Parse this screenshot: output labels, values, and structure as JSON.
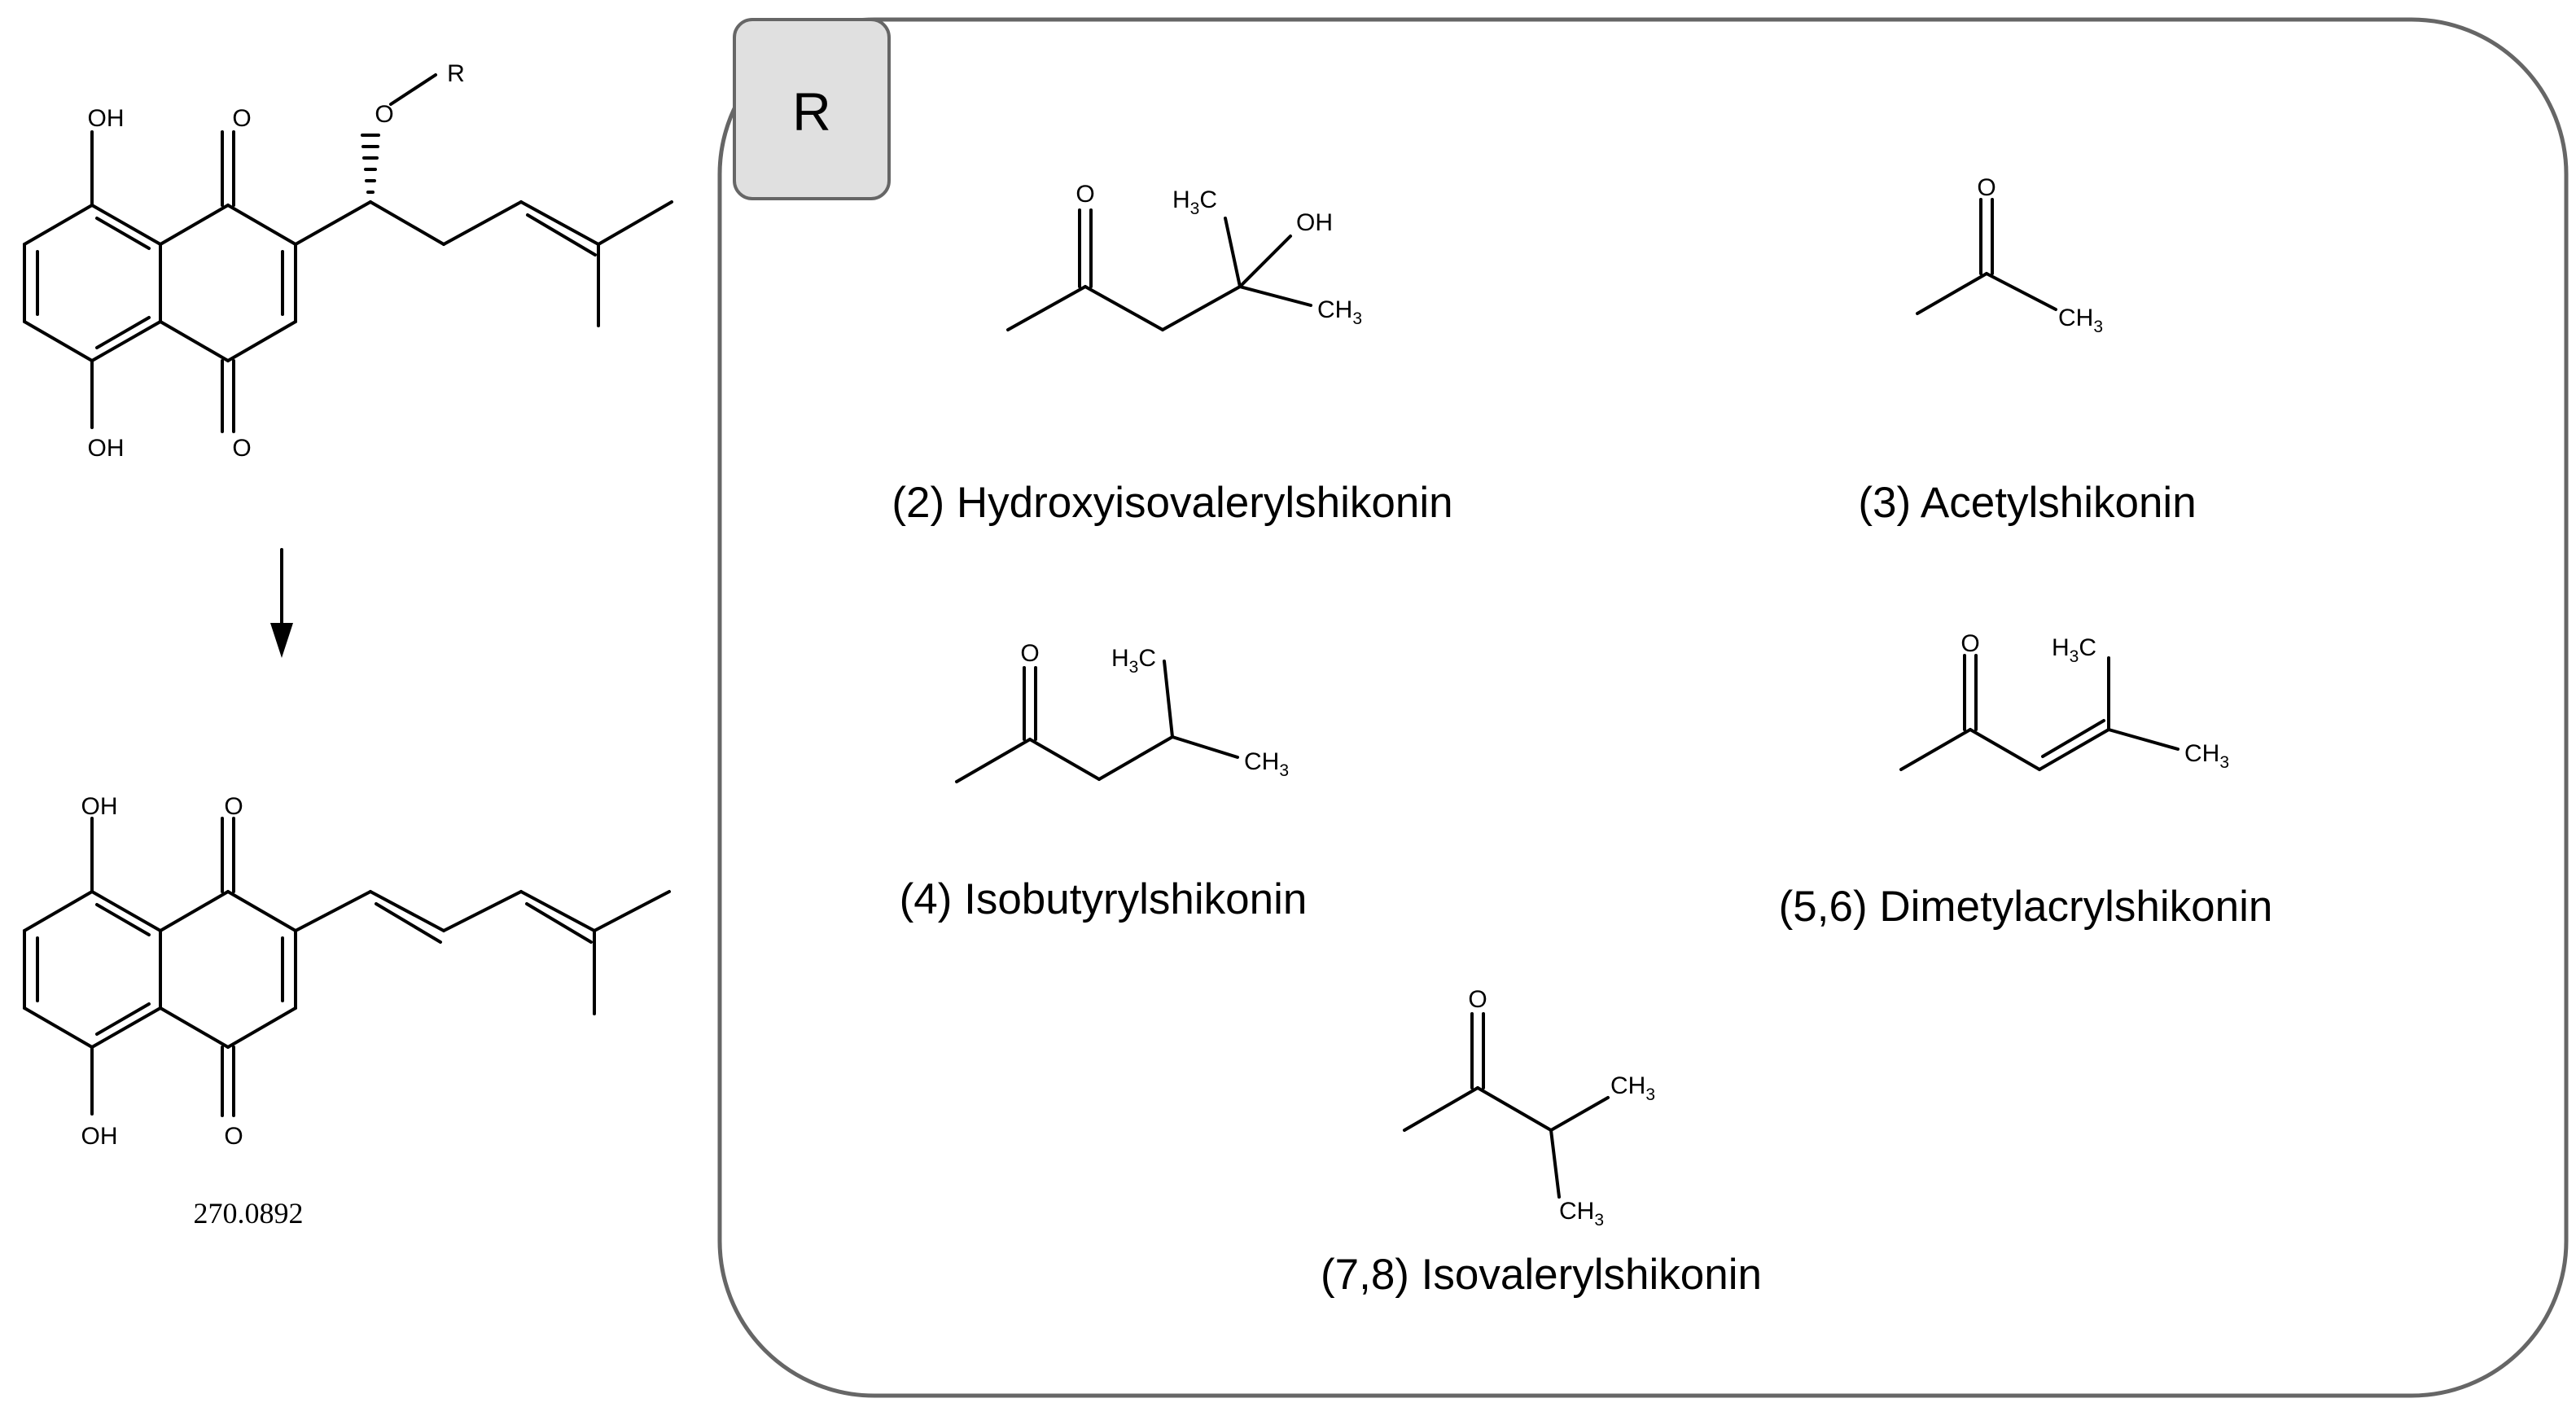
{
  "atoms": {
    "oh": "OH",
    "o": "O",
    "r": "R",
    "c": "C",
    "h": "H",
    "ch": "CH",
    "three": "3"
  },
  "parent_mass": "270.0892",
  "r_panel": {
    "label": "R",
    "compounds": [
      "(2) Hydroxyisovalerylshikonin",
      "(3) Acetylshikonin",
      "(4) Isobutyrylshikonin",
      "(5,6) Dimetylacrylshikonin",
      "(7,8) Isovalerylshikonin"
    ]
  },
  "colors": {
    "panel_border": "#666666",
    "tab_fill": "#e0e0e0",
    "line": "#000000"
  }
}
